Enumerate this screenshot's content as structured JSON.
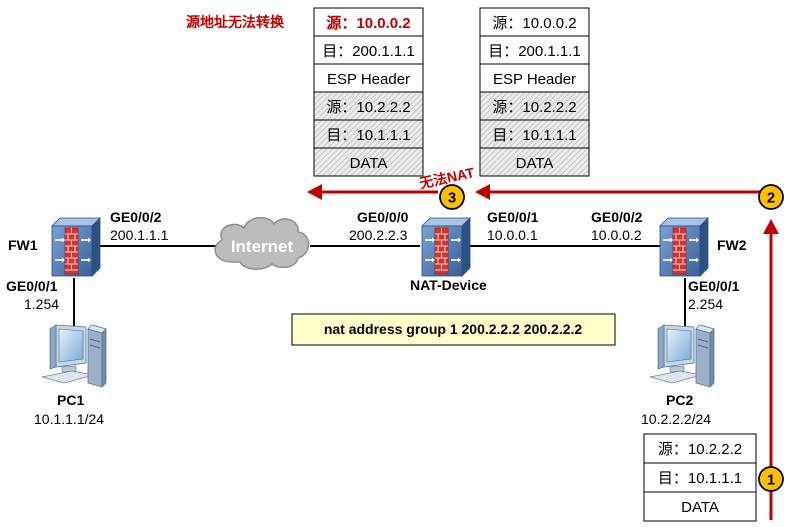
{
  "labels": {
    "annotation_src_untranslatable": "源地址无法转换",
    "annotation_no_nat": "无法NAT",
    "internet": "Internet",
    "nat_command": "nat address group 1 200.2.2.2 200.2.2.2"
  },
  "devices": {
    "fw1": {
      "name": "FW1",
      "port_up_name": "GE0/0/2",
      "port_up_ip": "200.1.1.1",
      "port_down_name": "GE0/0/1",
      "port_down_ip": "1.254"
    },
    "nat_device": {
      "name": "NAT-Device",
      "port_left_name": "GE0/0/0",
      "port_left_ip": "200.2.2.3",
      "port_right_name": "GE0/0/1",
      "port_right_ip": "10.0.0.1"
    },
    "fw2": {
      "name": "FW2",
      "port_up_name": "GE0/0/2",
      "port_up_ip": "10.0.0.2",
      "port_down_name": "GE0/0/1",
      "port_down_ip": "2.254"
    },
    "pc1": {
      "name": "PC1",
      "ip": "10.1.1.1/24"
    },
    "pc2": {
      "name": "PC2",
      "ip": "10.2.2.2/24"
    }
  },
  "packets": {
    "after_nat": [
      "源：10.0.0.2",
      "目：200.1.1.1",
      "ESP Header",
      "源：10.2.2.2",
      "目：10.1.1.1",
      "DATA"
    ],
    "before_nat": [
      "源：10.0.0.2",
      "目：200.1.1.1",
      "ESP Header",
      "源：10.2.2.2",
      "目：10.1.1.1",
      "DATA"
    ],
    "original": [
      "源：10.2.2.2",
      "目：10.1.1.1",
      "DATA"
    ]
  },
  "steps": [
    "1",
    "2",
    "3"
  ],
  "colors": {
    "accent_red": "#c00000",
    "badge_fill": "#ffc000",
    "firewall_blue": "#4a74ad",
    "firewall_red": "#d9342b",
    "cloud": "#b3b3b3",
    "note_fill": "#ffffcc"
  },
  "icons": {
    "firewall": "firewall-icon",
    "computer": "pc-icon",
    "cloud": "cloud-icon"
  }
}
